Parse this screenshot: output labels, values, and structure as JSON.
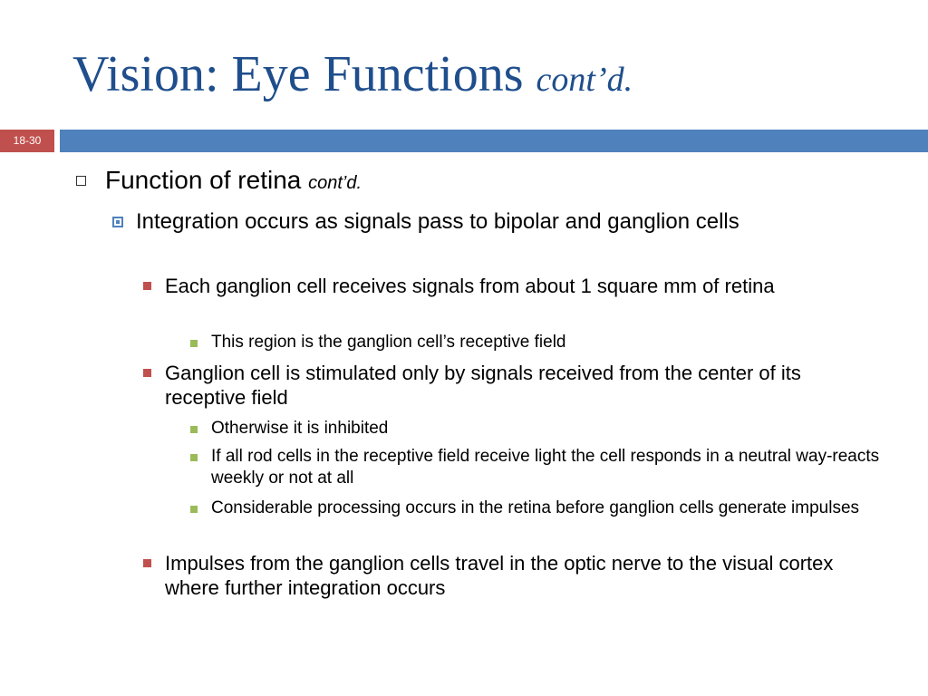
{
  "slide": {
    "title": "Vision: Eye Functions",
    "title_suffix": "cont’d.",
    "number": "18-30"
  },
  "bullets": {
    "b1": {
      "text": "Function of retina",
      "suffix": "cont’d."
    },
    "b2": {
      "text": "Integration occurs as signals pass to bipolar and ganglion cells"
    },
    "b3": {
      "text": "Each ganglion cell receives signals from about 1 square mm of retina"
    },
    "b4": {
      "text": "This region is the ganglion cell’s receptive field"
    },
    "b5": {
      "text": "Ganglion cell is stimulated only by signals received from the center of its receptive field"
    },
    "b6": {
      "text": "Otherwise it is inhibited"
    },
    "b7": {
      "text": "If all rod cells in the receptive field receive light the cell responds in a neutral way-reacts weekly or not at all"
    },
    "b8": {
      "text": "Considerable processing occurs in the retina before ganglion cells generate impulses"
    },
    "b9": {
      "text": "Impulses from the ganglion cells travel in the optic nerve to the visual cortex where further integration occurs"
    }
  },
  "colors": {
    "title": "#1f4e8c",
    "accent_bar": "#4f81bd",
    "number_badge": "#c0504d",
    "level3_bullet": "#c0504d",
    "level4_bullet": "#9bbb59"
  }
}
